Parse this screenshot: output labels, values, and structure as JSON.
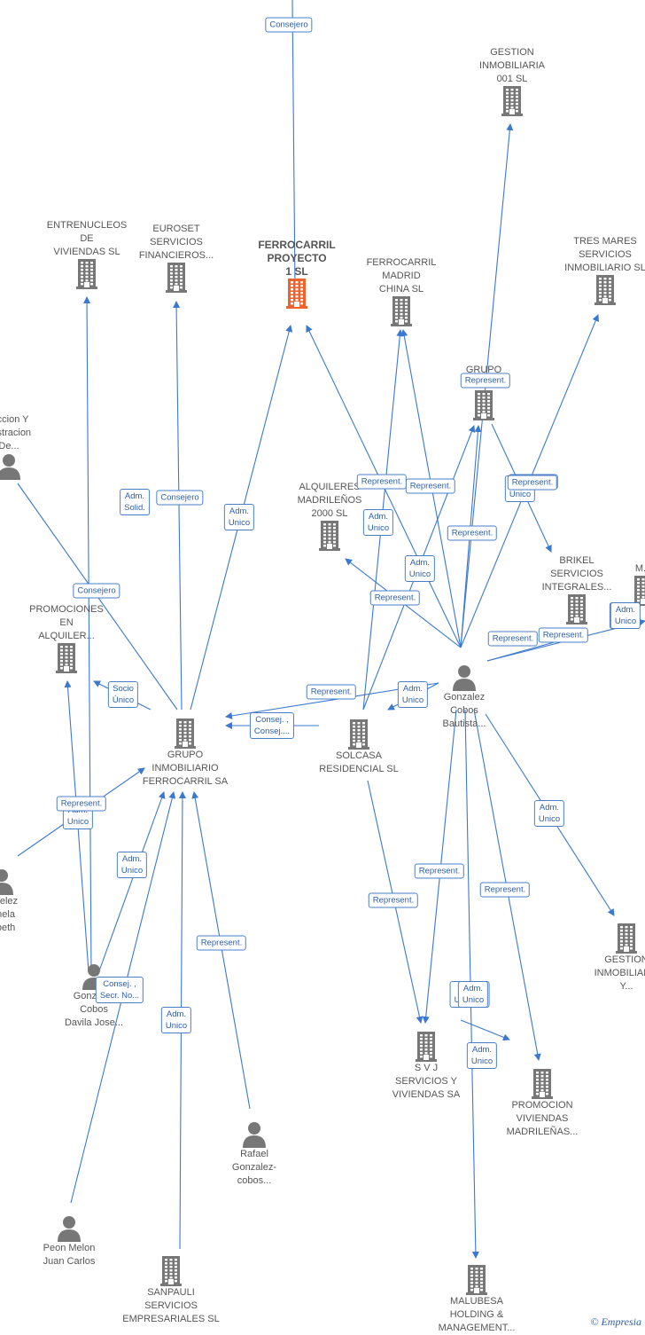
{
  "colors": {
    "edge": "#3b78cf",
    "building": "#777777",
    "main_building": "#f0622d",
    "person": "#777777"
  },
  "nodes": [
    {
      "id": "ferrocarril",
      "label": "FERROCARRIL\nPROYECTO\n1  SL",
      "kind": "company",
      "main": true
    },
    {
      "id": "gestion001",
      "label": "GESTION\nINMOBILIARIA\n001 SL",
      "kind": "company"
    },
    {
      "id": "entrenucleos",
      "label": "ENTRENUCLEOS\nDE\nVIVIENDAS SL",
      "kind": "company"
    },
    {
      "id": "euroset",
      "label": "EUROSET\nSERVICIOS\nFINANCIEROS...",
      "kind": "company"
    },
    {
      "id": "madridchina",
      "label": "FERROCARRIL\nMADRID\nCHINA SL",
      "kind": "company"
    },
    {
      "id": "tresmares",
      "label": "TRES MARES\nSERVICIOS\nINMOBILIARIO SL",
      "kind": "company"
    },
    {
      "id": "grupoh",
      "label": "GRUPO\nH...",
      "kind": "company"
    },
    {
      "id": "admin",
      "label": "...ccion Y\n...istracion\nDe...",
      "kind": "person"
    },
    {
      "id": "alquileres2000",
      "label": "ALQUILERES\nMADRILEÑOS\n2000 SL",
      "kind": "company"
    },
    {
      "id": "brikel",
      "label": "BRIKEL\nSERVICIOS\nINTEGRALES...",
      "kind": "company"
    },
    {
      "id": "promalq",
      "label": "PROMOCIONES\nEN\nALQUILER...",
      "kind": "company"
    },
    {
      "id": "gonzbautista",
      "label": "Gonzalez\nCobos\nBautista...",
      "kind": "person"
    },
    {
      "id": "grupoferro",
      "label": "GRUPO\nINMOBILIARIO\nFERROCARRIL SA",
      "kind": "company"
    },
    {
      "id": "solcasa",
      "label": "SOLCASA\nRESIDENCIAL SL",
      "kind": "company"
    },
    {
      "id": "velez",
      "label": "...Velez\n...nela\n...beth",
      "kind": "person"
    },
    {
      "id": "gestioninm",
      "label": "GESTION\nINMOBILIAR...\nY...",
      "kind": "company"
    },
    {
      "id": "gonzdavila",
      "label": "Gonzalez\nCobos\nDavila Jose...",
      "kind": "person"
    },
    {
      "id": "svj",
      "label": "S V J\nSERVICIOS Y\nVIVIENDAS SA",
      "kind": "company"
    },
    {
      "id": "promviv",
      "label": "PROMOCION\nVIVIENDAS\nMADRILEÑAS...",
      "kind": "company"
    },
    {
      "id": "rafael",
      "label": "Rafael\nGonzalez-\ncobos...",
      "kind": "person"
    },
    {
      "id": "peon",
      "label": "Peon Melon\nJuan Carlos",
      "kind": "person"
    },
    {
      "id": "sanpauli",
      "label": "SANPAULI\nSERVICIOS\nEMPRESARIALES SL",
      "kind": "company"
    },
    {
      "id": "malubesa",
      "label": "MALUBESA\nHOLDING &\nMANAGEMENT...",
      "kind": "company"
    },
    {
      "id": "farright",
      "label": "M...",
      "kind": "company"
    }
  ],
  "edge_labels": [
    "Consejero",
    "Adm.\nSolid.",
    "Consejero",
    "Adm.\nUnico",
    "Consejero",
    "Socio\nÚnico",
    "Represent.",
    "Represent.",
    "Represent.",
    "Adm.\nUnico",
    "Represent.",
    "Adm.\nUnico",
    "Represent.",
    "Adm.\nUnico",
    "Represent.",
    "Represent.",
    "Represent.",
    "Adm.\nUnico",
    "Represent.",
    "Adm.\nUnico",
    "Consej. ,\nConsej....",
    "Adm.\nUnico",
    "Represent.",
    "Adm.\nUnico",
    "Adm.\nUnico",
    "Represent.",
    "Represent.",
    "Represent.",
    "Represent.",
    "Adm.\nUnico,...",
    "Consej. ,\nSecr. No...",
    "Adm.\nUnico",
    "Adm.\nUnico",
    "Represent.",
    "Adm.\nUnico",
    "Adm.\nUnico"
  ],
  "brand": "© Empresia"
}
